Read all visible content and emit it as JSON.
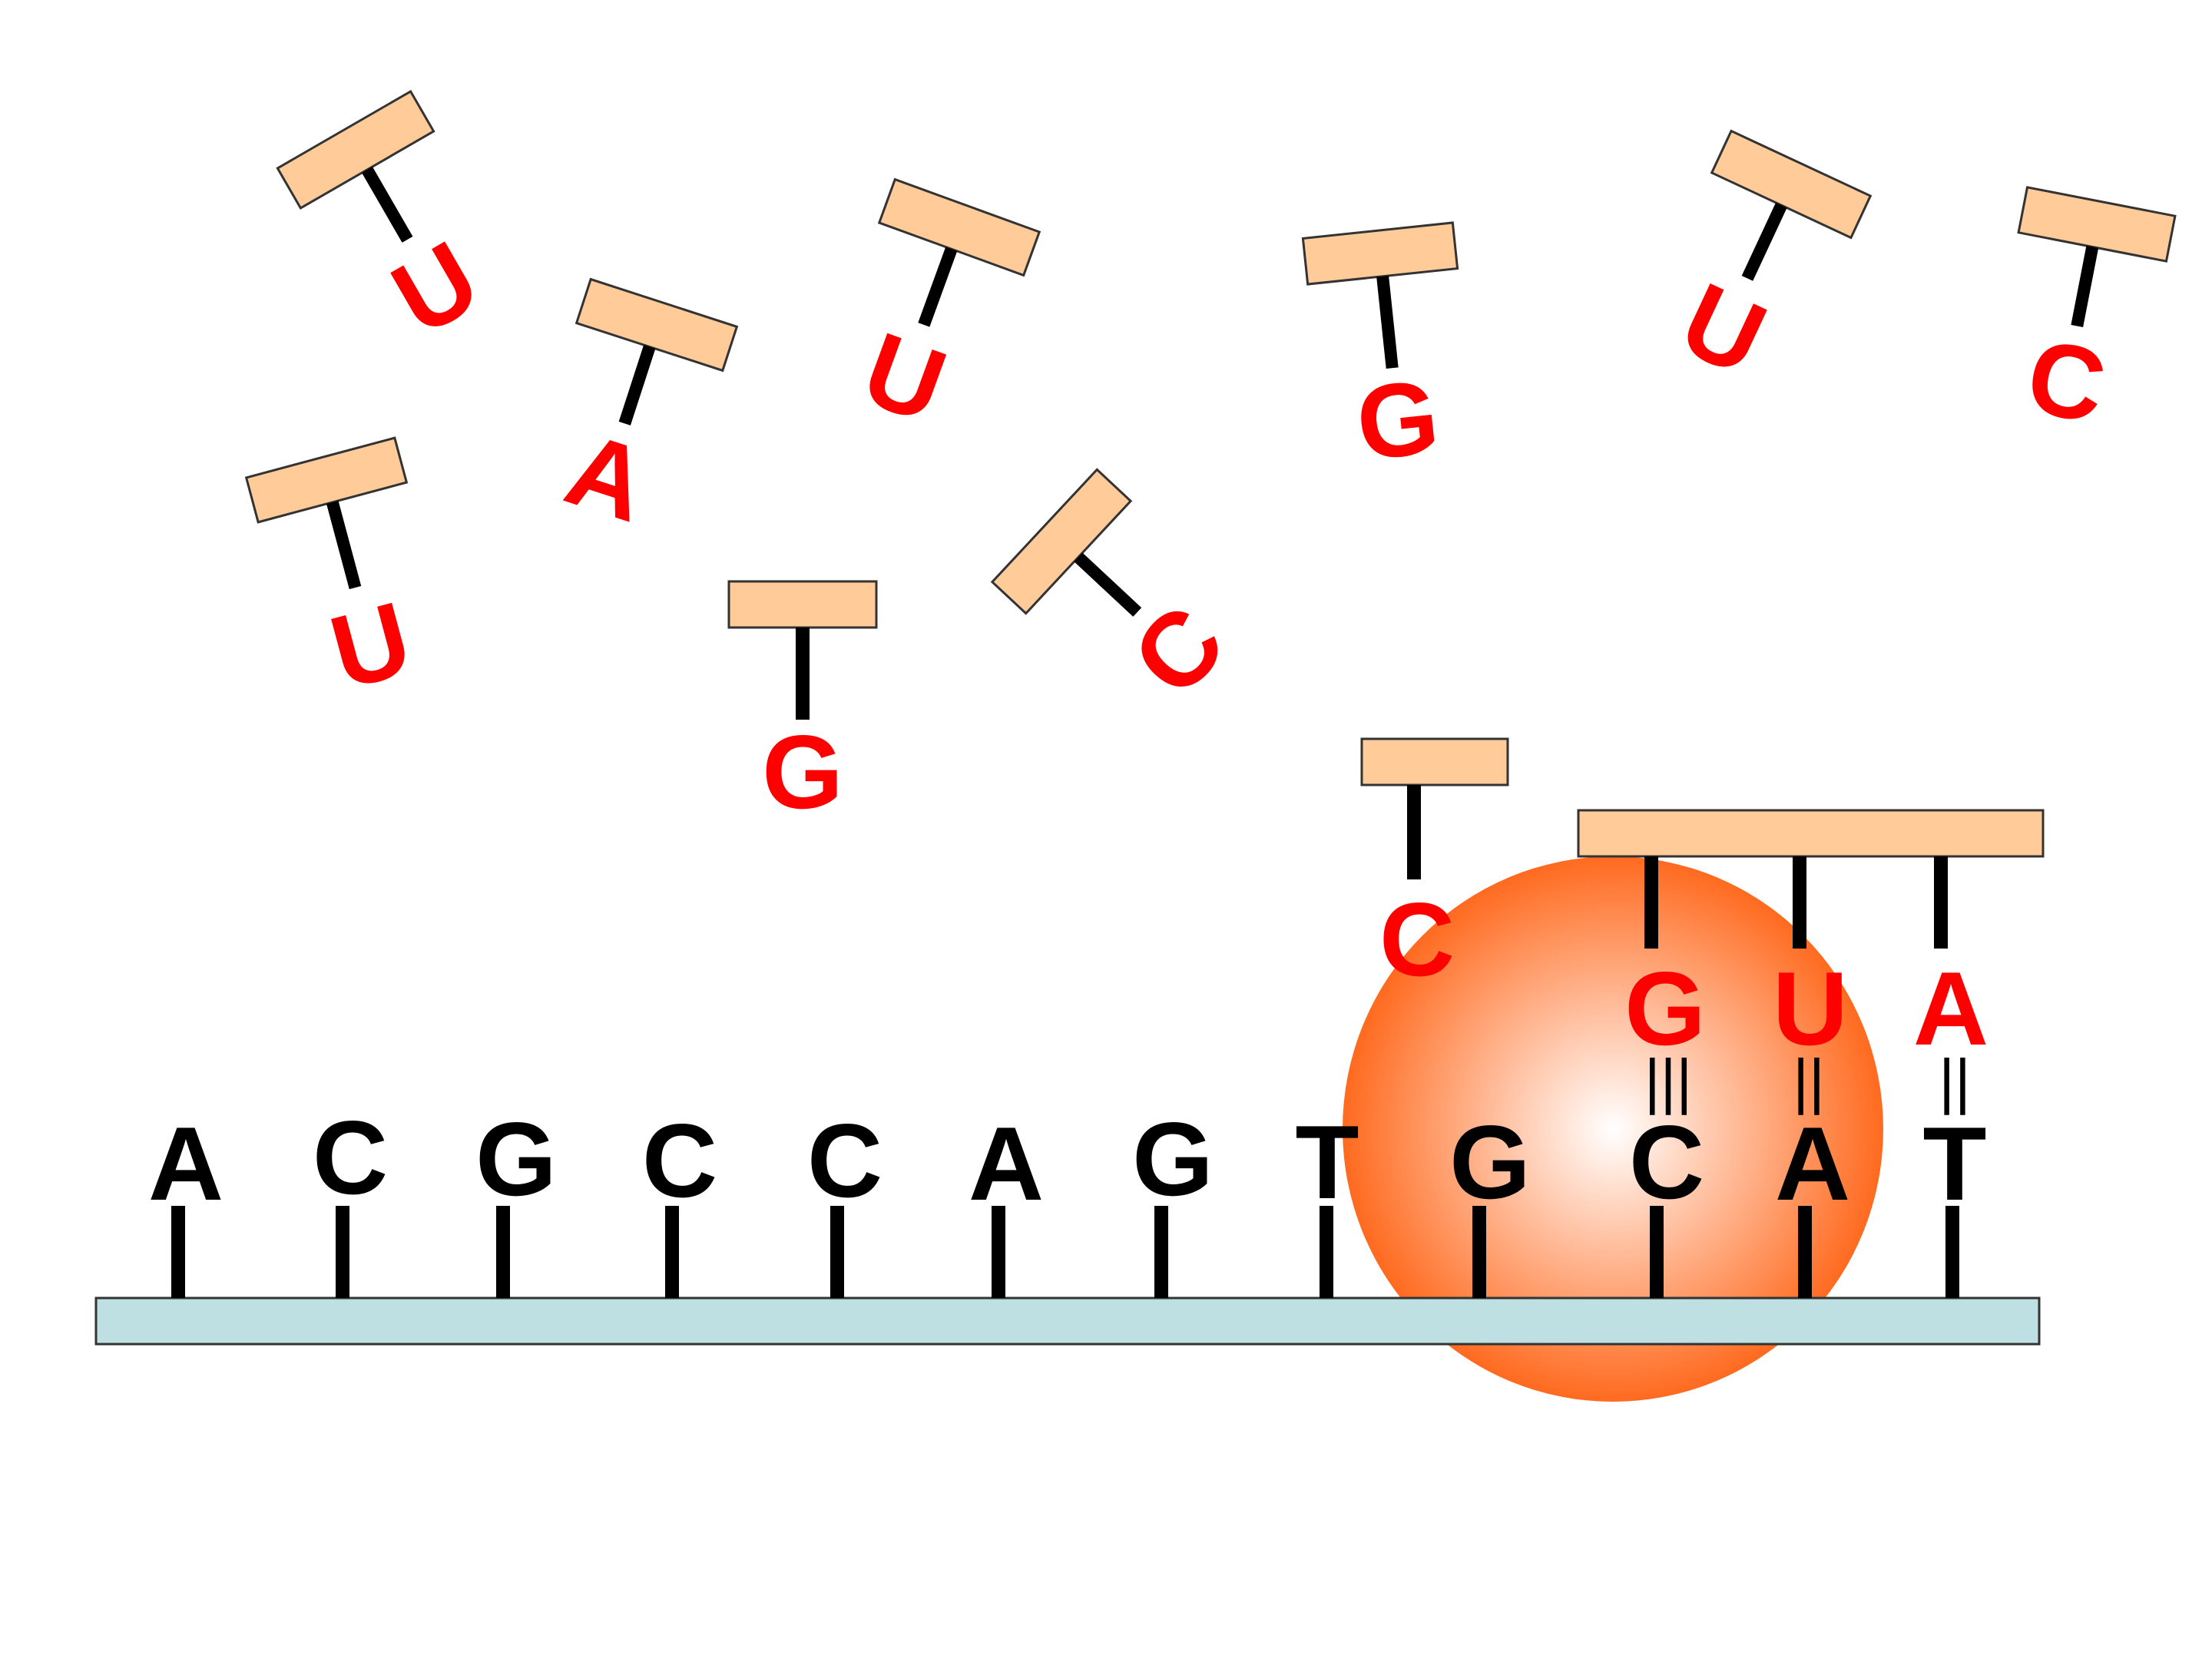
{
  "colors": {
    "template_strand": "#bfe0e3",
    "nucleotide_sugar": "#ffcc99",
    "rna_base": "#ff0000",
    "dna_base": "#000000",
    "polymerase_edge": "#ff6a1f",
    "polymerase_center": "#ffffff"
  },
  "dna_bases": [
    "A",
    "C",
    "G",
    "C",
    "C",
    "A",
    "G",
    "T",
    "G",
    "C",
    "A",
    "T"
  ],
  "transcript_bases": [
    "G",
    "U",
    "A"
  ],
  "base_pair_marks": [
    "|||",
    "||",
    "||"
  ],
  "incoming_nucleotide": "C",
  "free_nucleotides": [
    "U",
    "A",
    "U",
    "U",
    "G",
    "C",
    "G",
    "U",
    "C"
  ]
}
